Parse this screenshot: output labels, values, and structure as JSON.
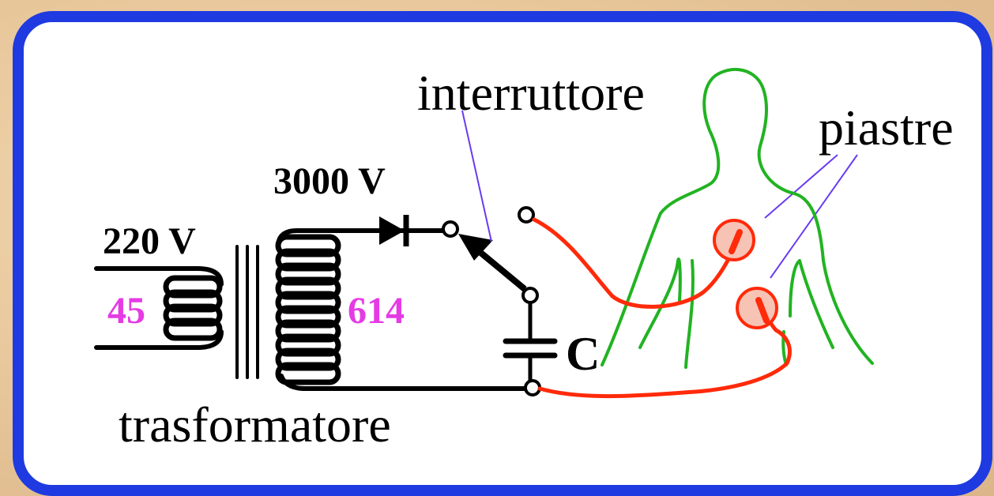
{
  "labels": {
    "interruttore": "interruttore",
    "piastre": "piastre",
    "trasformatore": "trasformatore",
    "primary_voltage": "220 V",
    "secondary_voltage": "3000 V",
    "primary_turns": "45",
    "secondary_turns": "614",
    "capacitor": "C"
  },
  "colors": {
    "frame": "#1e3ae0",
    "wire": "#000000",
    "turns": "#e53be5",
    "cable": "#ff2a0a",
    "body_outline": "#22b322",
    "pointer": "#6a3cf0",
    "plate_fill": "#f7c3b4"
  },
  "icons": {
    "diode": "diode-icon",
    "switch": "switch-icon",
    "capacitor": "capacitor-icon",
    "transformer": "transformer-icon",
    "human_body": "human-body-icon",
    "electrode": "electrode-plate-icon"
  }
}
